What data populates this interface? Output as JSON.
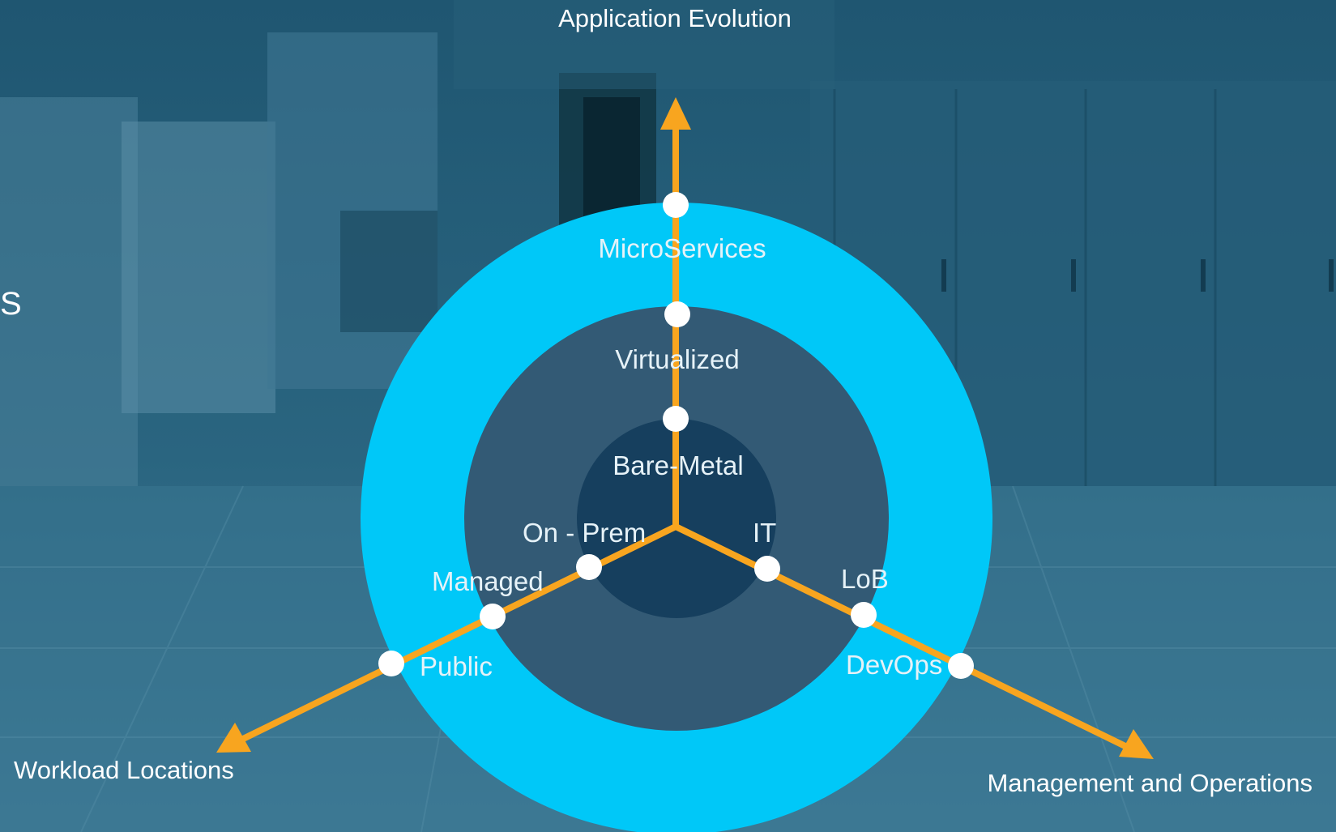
{
  "edge_label": "S",
  "axes": {
    "application_evolution": "Application Evolution",
    "workload_locations": "Workload Locations",
    "management_operations": "Management and Operations"
  },
  "rings": {
    "inner": {
      "application": "Bare-Metal",
      "workload": "On - Prem",
      "management": "IT"
    },
    "middle": {
      "application": "Virtualized",
      "workload": "Managed",
      "management": "LoB"
    },
    "outer": {
      "application": "MicroServices",
      "workload": "Public",
      "management": "DevOps"
    }
  },
  "colors": {
    "outer_ring": "#00c8f8",
    "middle_ring": "#335a75",
    "inner_ring": "#163f5e",
    "arrow": "#f8a51f",
    "marker": "#ffffff"
  }
}
